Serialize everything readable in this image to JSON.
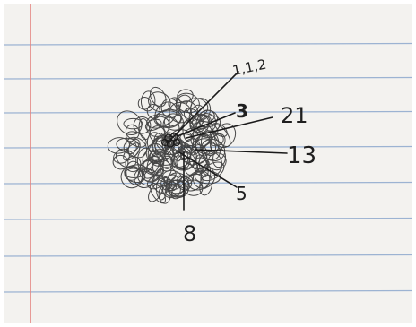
{
  "paper": {
    "background": "#f3f2ef",
    "rule_color": "#7f9ec9",
    "margin_line_color": "#e4847f"
  },
  "drawing": {
    "ink_color": "#1f1f1f"
  },
  "labels": {
    "top": "1,1,2",
    "three": "3",
    "twentyone": "21",
    "thirteen": "13",
    "five": "5",
    "eight": "8"
  }
}
